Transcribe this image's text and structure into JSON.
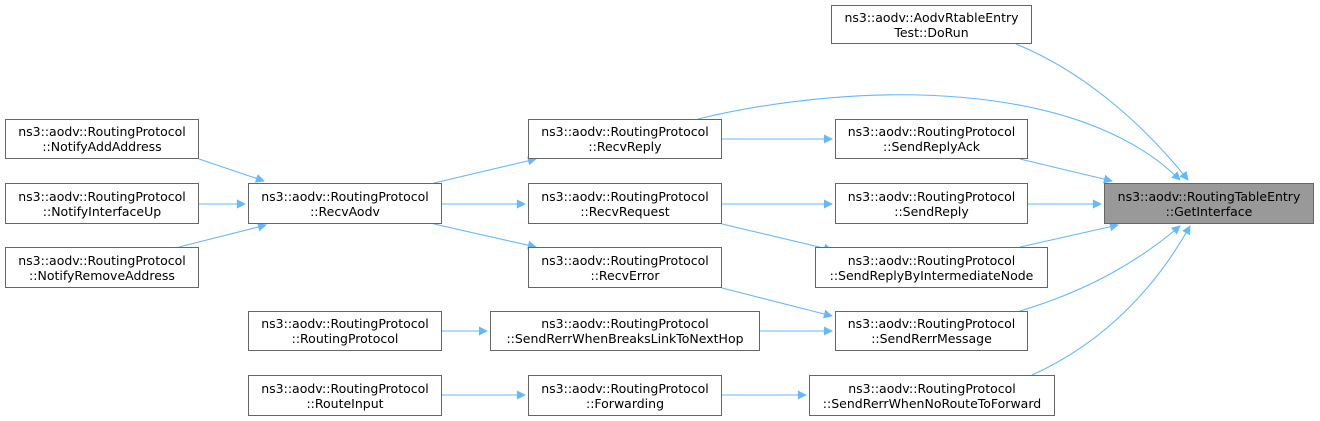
{
  "graph": {
    "edge_color": "#63b8ff",
    "focus_fill": "#999999",
    "nodes": {
      "target": {
        "line1": "ns3::aodv::RoutingTableEntry",
        "line2": "::GetInterface"
      },
      "dorun": {
        "line1": "ns3::aodv::AodvRtableEntry",
        "line2": "Test::DoRun"
      },
      "recvreply": {
        "line1": "ns3::aodv::RoutingProtocol",
        "line2": "::RecvReply"
      },
      "sendreplyack": {
        "line1": "ns3::aodv::RoutingProtocol",
        "line2": "::SendReplyAck"
      },
      "recvaodv": {
        "line1": "ns3::aodv::RoutingProtocol",
        "line2": "::RecvAodv"
      },
      "recvrequest": {
        "line1": "ns3::aodv::RoutingProtocol",
        "line2": "::RecvRequest"
      },
      "sendreply": {
        "line1": "ns3::aodv::RoutingProtocol",
        "line2": "::SendReply"
      },
      "notifyadd": {
        "line1": "ns3::aodv::RoutingProtocol",
        "line2": "::NotifyAddAddress"
      },
      "notifyup": {
        "line1": "ns3::aodv::RoutingProtocol",
        "line2": "::NotifyInterfaceUp"
      },
      "notifyremove": {
        "line1": "ns3::aodv::RoutingProtocol",
        "line2": "::NotifyRemoveAddress"
      },
      "recverror": {
        "line1": "ns3::aodv::RoutingProtocol",
        "line2": "::RecvError"
      },
      "sendreplyinter": {
        "line1": "ns3::aodv::RoutingProtocol",
        "line2": "::SendReplyByIntermediateNode"
      },
      "routingprotocol": {
        "line1": "ns3::aodv::RoutingProtocol",
        "line2": "::RoutingProtocol"
      },
      "senderrbreaks": {
        "line1": "ns3::aodv::RoutingProtocol",
        "line2": "::SendRerrWhenBreaksLinkToNextHop"
      },
      "senderrmsg": {
        "line1": "ns3::aodv::RoutingProtocol",
        "line2": "::SendRerrMessage"
      },
      "routeinput": {
        "line1": "ns3::aodv::RoutingProtocol",
        "line2": "::RouteInput"
      },
      "forwarding": {
        "line1": "ns3::aodv::RoutingProtocol",
        "line2": "::Forwarding"
      },
      "senderrnoroute": {
        "line1": "ns3::aodv::RoutingProtocol",
        "line2": "::SendRerrWhenNoRouteToForward"
      }
    }
  }
}
